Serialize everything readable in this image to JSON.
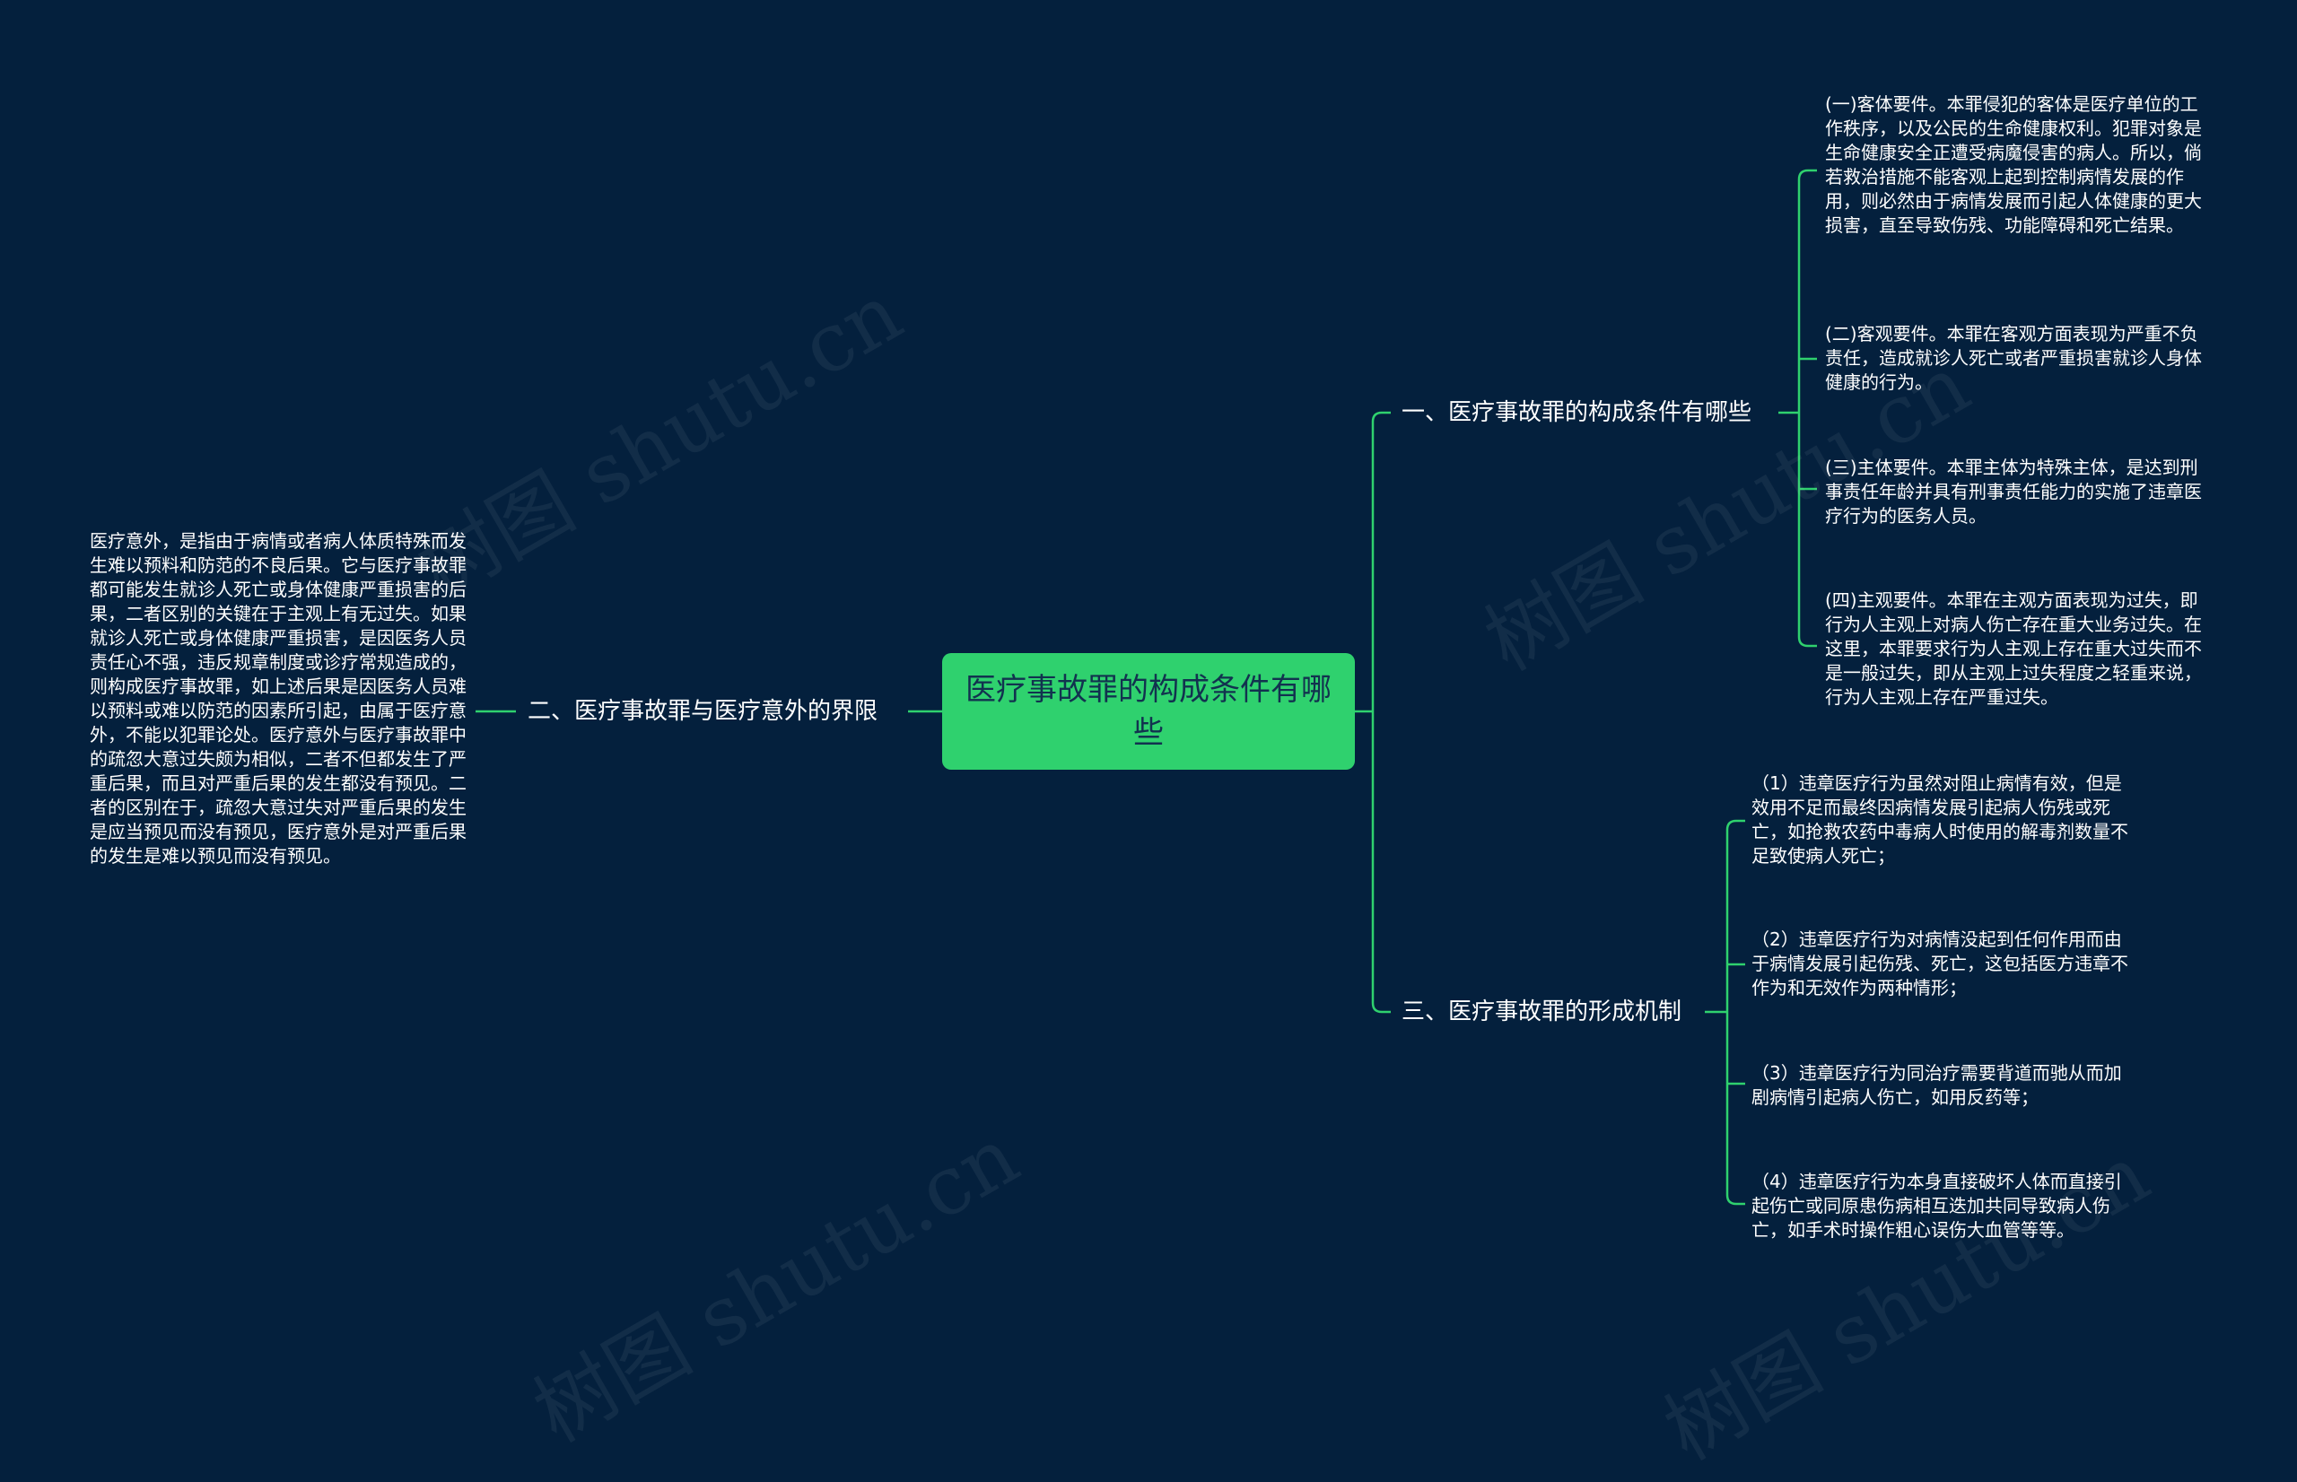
{
  "root": {
    "title": "医疗事故罪的构成条件有哪些"
  },
  "branches": {
    "b1": {
      "label": "一、医疗事故罪的构成条件有哪些"
    },
    "b2": {
      "label": "二、医疗事故罪与医疗意外的界限"
    },
    "b3": {
      "label": "三、医疗事故罪的形成机制"
    }
  },
  "leaves": {
    "b1_1": "(一)客体要件。本罪侵犯的客体是医疗单位的工作秩序，以及公民的生命健康权利。犯罪对象是生命健康安全正遭受病魔侵害的病人。所以，倘若救治措施不能客观上起到控制病情发展的作用，则必然由于病情发展而引起人体健康的更大损害，直至导致伤残、功能障碍和死亡结果。",
    "b1_2": "(二)客观要件。本罪在客观方面表现为严重不负责任，造成就诊人死亡或者严重损害就诊人身体健康的行为。",
    "b1_3": "(三)主体要件。本罪主体为特殊主体，是达到刑事责任年龄并具有刑事责任能力的实施了违章医疗行为的医务人员。",
    "b1_4": "(四)主观要件。本罪在主观方面表现为过失，即行为人主观上对病人伤亡存在重大业务过失。在这里，本罪要求行为人主观上存在重大过失而不是一般过失，即从主观上过失程度之轻重来说，行为人主观上存在严重过失。",
    "b2_1": "医疗意外，是指由于病情或者病人体质特殊而发生难以预料和防范的不良后果。它与医疗事故罪都可能发生就诊人死亡或身体健康严重损害的后果，二者区别的关键在于主观上有无过失。如果就诊人死亡或身体健康严重损害，是因医务人员责任心不强，违反规章制度或诊疗常规造成的，则构成医疗事故罪，如上述后果是因医务人员难以预料或难以防范的因素所引起，由属于医疗意外，不能以犯罪论处。医疗意外与医疗事故罪中的疏忽大意过失颇为相似，二者不但都发生了严重后果，而且对严重后果的发生都没有预见。二者的区别在于，疏忽大意过失对严重后果的发生是应当预见而没有预见，医疗意外是对严重后果的发生是难以预见而没有预见。",
    "b3_1": "（1）违章医疗行为虽然对阻止病情有效，但是效用不足而最终因病情发展引起病人伤残或死亡，如抢救农药中毒病人时使用的解毒剂数量不足致使病人死亡；",
    "b3_2": "（2）违章医疗行为对病情没起到任何作用而由于病情发展引起伤残、死亡，这包括医方违章不作为和无效作为两种情形；",
    "b3_3": "（3）违章医疗行为同治疗需要背道而驰从而加剧病情引起病人伤亡，如用反药等；",
    "b3_4": "（4）违章医疗行为本身直接破坏人体而直接引起伤亡或同原患伤病相互迭加共同导致病人伤亡，如手术时操作粗心误伤大血管等等。"
  },
  "watermark": "树图 shutu.cn",
  "colors": {
    "background": "#04203d",
    "root": "#2fd16e",
    "line": "#2fd16e",
    "text": "#ffffff"
  }
}
